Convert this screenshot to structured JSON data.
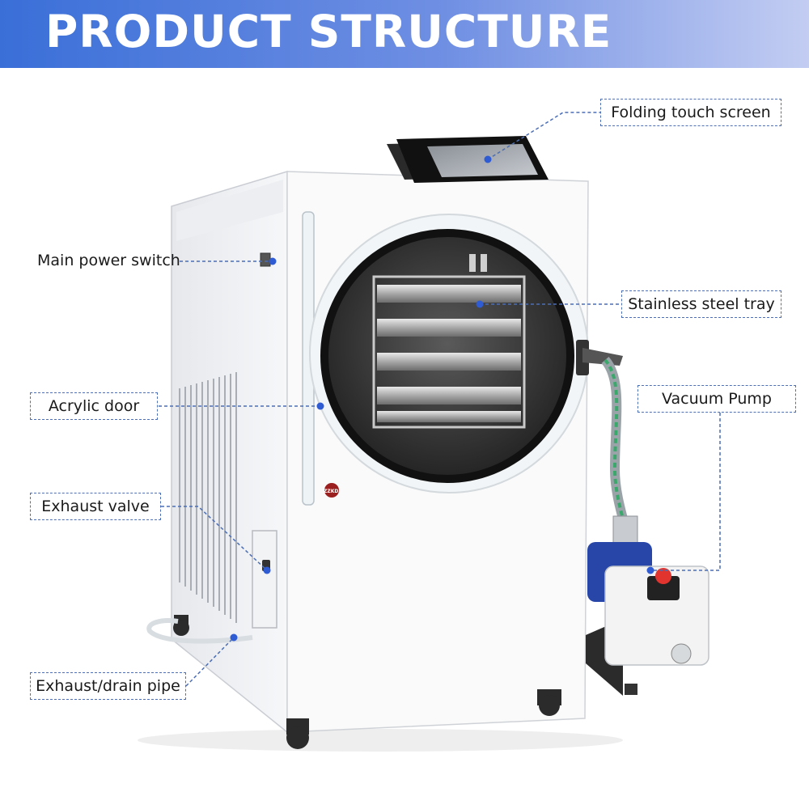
{
  "banner": {
    "title": "PRODUCT STRUCTURE",
    "gradient_left": "#3a6fd8",
    "gradient_right": "#bcc8f0"
  },
  "device": {
    "brand_badge": "ZZKD"
  },
  "labels": {
    "folding_touch_screen": "Folding touch screen",
    "main_power_switch": "Main power switch",
    "stainless_steel_tray": "Stainless steel tray",
    "acrylic_door": "Acrylic door",
    "vacuum_pump": "Vacuum Pump",
    "exhaust_valve": "Exhaust valve",
    "exhaust_drain_pipe": "Exhaust/drain pipe"
  },
  "colors": {
    "leader_line": "#4c6fb5",
    "leader_dot": "#2f5bd3",
    "pump_blue": "#2746a8"
  }
}
